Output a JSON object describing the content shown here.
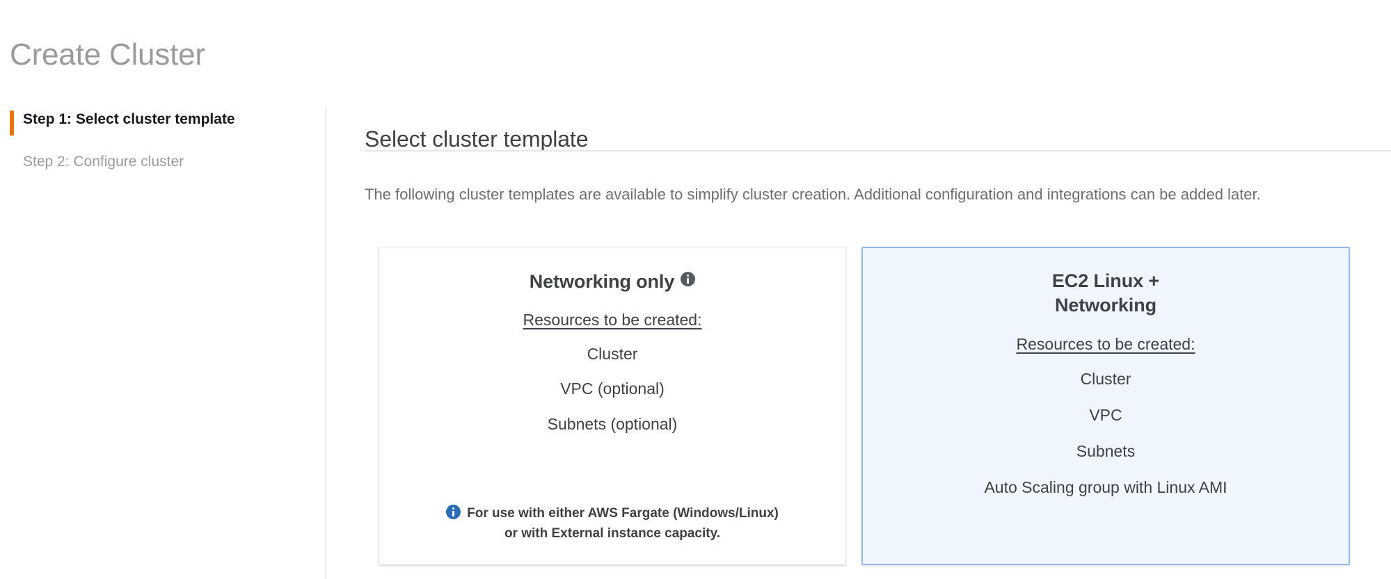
{
  "page": {
    "title": "Create Cluster"
  },
  "wizard": {
    "steps": [
      {
        "label": "Step 1: Select cluster template",
        "active": true
      },
      {
        "label": "Step 2: Configure cluster",
        "active": false
      }
    ]
  },
  "main": {
    "section_title": "Select cluster template",
    "description": "The following cluster templates are available to simplify cluster creation. Additional configuration and integrations can be added later."
  },
  "cards": [
    {
      "title": "Networking only",
      "has_info_icon": true,
      "info_icon_name": "info-icon",
      "resources_label": "Resources to be created:",
      "resources": [
        "Cluster",
        "VPC (optional)",
        "Subnets (optional)"
      ],
      "note_icon_name": "info-icon-blue",
      "note_line_1": "For use with either AWS Fargate (Windows/Linux)",
      "note_line_2": "or with External instance capacity.",
      "selected": false
    },
    {
      "title_line_1": "EC2 Linux +",
      "title_line_2": "Networking",
      "has_info_icon": false,
      "resources_label": "Resources to be created:",
      "resources": [
        "Cluster",
        "VPC",
        "Subnets",
        "Auto Scaling group with Linux AMI"
      ],
      "selected": true
    }
  ],
  "colors": {
    "accent_orange": "#ec7211",
    "selected_card_bg": "#eff6fd",
    "selected_card_border": "#94bce4",
    "info_blue": "#2b6cb8",
    "title_gray": "#9b9b9b",
    "text_dark": "#3d4246",
    "text_muted": "#6b6f73"
  }
}
